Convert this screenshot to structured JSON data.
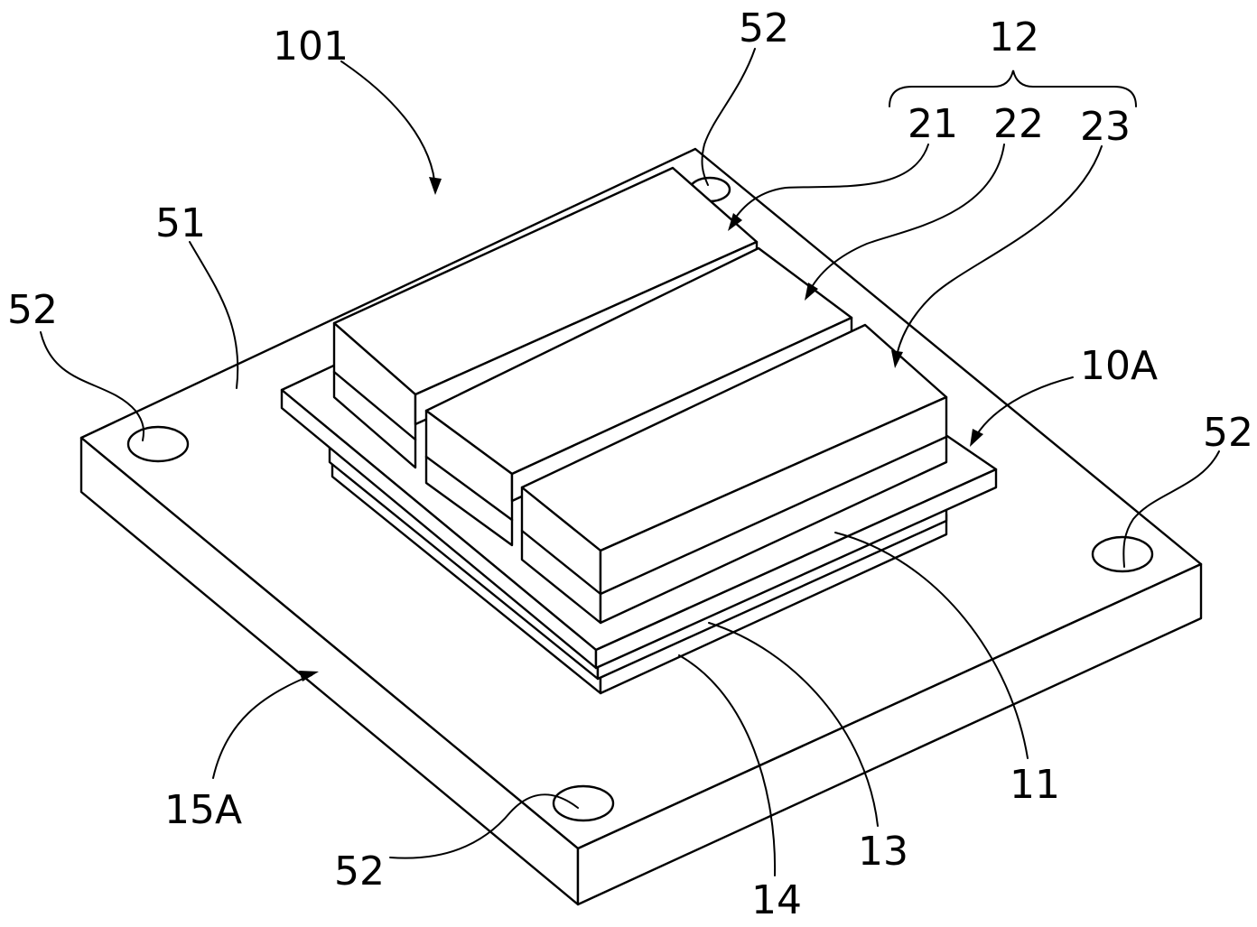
{
  "labels": {
    "device": "101",
    "group": "12",
    "chip_21": "21",
    "chip_22": "22",
    "chip_23": "23",
    "substrate": "51",
    "hole": "52",
    "module": "10A",
    "plate": "11",
    "layer_13": "13",
    "layer_14": "14",
    "base": "15A"
  },
  "colors": {
    "line": "#000000",
    "fill": "#ffffff"
  }
}
